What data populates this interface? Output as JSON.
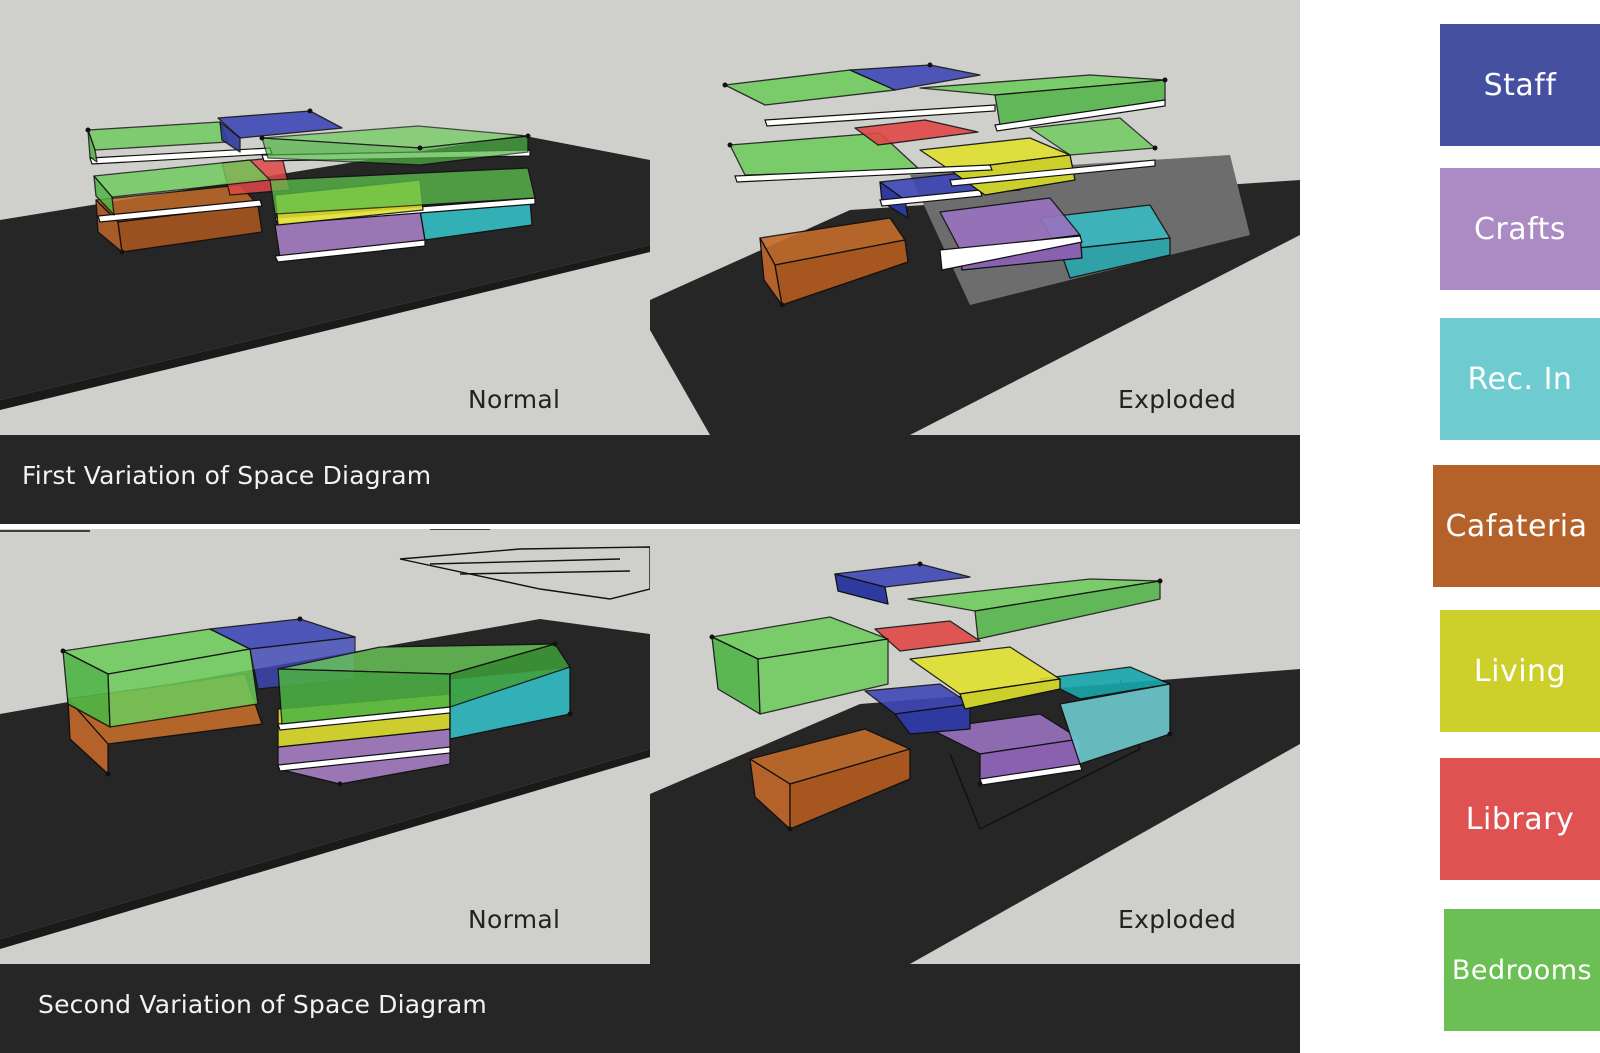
{
  "panels": [
    {
      "title": "First Variation of Space Diagram",
      "views": [
        {
          "label": "Normal"
        },
        {
          "label": "Exploded"
        }
      ]
    },
    {
      "title": "Second Variation of Space Diagram",
      "views": [
        {
          "label": "Normal"
        },
        {
          "label": "Exploded"
        }
      ]
    }
  ],
  "legend": [
    {
      "label": "Staff",
      "color": "#4650a0"
    },
    {
      "label": "Crafts",
      "color": "#ac8ac4"
    },
    {
      "label": "Rec. In",
      "color": "#6ecbcf"
    },
    {
      "label": "Cafateria",
      "color": "#b4612a"
    },
    {
      "label": "Living",
      "color": "#cdd02a"
    },
    {
      "label": "Library",
      "color": "#df5252"
    },
    {
      "label": "Bedrooms",
      "color": "#6cbf55"
    }
  ]
}
